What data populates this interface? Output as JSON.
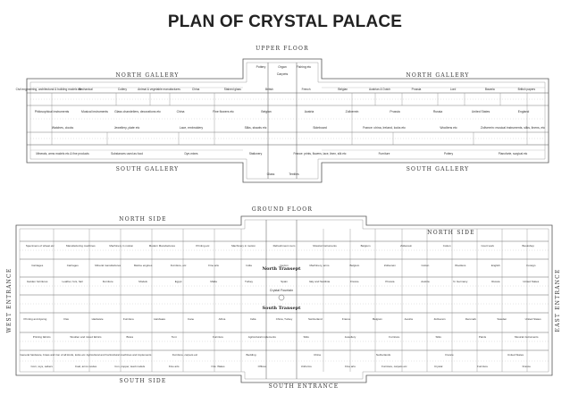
{
  "title": "PLAN OF CRYSTAL PALACE",
  "upper_floor": {
    "label": "UPPER FLOOR",
    "north_gallery_left": "NORTH GALLERY",
    "north_gallery_right": "NORTH GALLERY",
    "south_gallery_left": "SOUTH GALLERY",
    "south_gallery_right": "SOUTH GALLERY",
    "row1": [
      "Civil engineering, architectural & building models etc",
      "Mechanical",
      "Cutlery",
      "Animal & vegetable manufactures",
      "China",
      "Stained glass",
      "British",
      "French",
      "Belgian",
      "Austrian & Dutch",
      "Prussia",
      "Lord",
      "Bavaria",
      "British papers"
    ],
    "row2": [
      "Philosophical instruments",
      "Musical instruments",
      "Glass chandeliers, decorations etc",
      "China",
      "Fine flowers etc",
      "Belgian",
      "Austria",
      "Zollverein",
      "Prussia",
      "Russia",
      "United States",
      "England"
    ],
    "row3": [
      "Watches, clocks",
      "Jewellery, plate etc",
      "Lace, embroidery",
      "Silks, shawls etc",
      "Sideboard",
      "France: china, Ireland, locks etc",
      "Woollens etc",
      "Zollverein: musical instruments, silks, linens, etc"
    ],
    "row4": [
      "Minerals, arms models etc & fine products",
      "Substances used as food",
      "Dye-mixes",
      "Stationery",
      "France: prints, flowers, lace, linen, silk etc",
      "Furniture",
      "Pottery",
      "Pianoforte, surgical etc"
    ],
    "transept_top": [
      "Pottery",
      "Organ",
      "Fishing etc"
    ],
    "transept_mid": "Carpets",
    "transept_bottom": [
      "Glass",
      "Textiles"
    ]
  },
  "ground_floor": {
    "label": "GROUND FLOOR",
    "north_side": "NORTH SIDE",
    "north_side_right": "NORTH SIDE",
    "south_side": "SOUTH SIDE",
    "south_entrance": "SOUTH ENTRANCE",
    "east_entrance": "EAST ENTRANCE",
    "west_entrance": "WEST ENTRANCE",
    "north_transept": "North Transept",
    "south_transept": "South Transept",
    "crystal_fountain": "Crystal Fountain",
    "north_row": [
      "Specimens of wheat etc",
      "Manufacturing machines",
      "Machinery in motion",
      "Modern Manufactures",
      "Printing etc",
      "Machinery in motion",
      "Refreshment room",
      "Musical instruments",
      "Belgium",
      "Zollverein",
      "Cotton",
      "Court work",
      "Bookshop"
    ],
    "mid_row": [
      "Carriages",
      "Carriages",
      "Mineral manufactures",
      "Marine engines",
      "Furniture, etc",
      "Fine arts",
      "India",
      "Ceylon",
      "Machinery, arms",
      "Belgium",
      "Zollverein",
      "Cotton",
      "Woollens",
      "English",
      "Foreign"
    ],
    "mid_row2": [
      "Garden furnitures",
      "Leather, furs, hair",
      "Furniture",
      "Models",
      "Egypt",
      "Malta",
      "Turkey",
      "Spain",
      "Italy and Sardinia",
      "France",
      "Prussia",
      "Austria",
      "N. Germany",
      "Russia",
      "United States"
    ],
    "south_row": [
      "Printing and dyeing",
      "Flax",
      "Hardware",
      "Furniture",
      "Hardware",
      "Cane",
      "Africa",
      "India",
      "China, Turkey",
      "Switzerland",
      "France",
      "Belgium",
      "Austria",
      "Zollverein",
      "Denmark",
      "Sweden",
      "United States"
    ],
    "south_row2": [
      "Printing fabrics",
      "Woollen and mixed fabrics",
      "Brass",
      "Tent",
      "Furniture",
      "Agricultural implements",
      "Silks",
      "Jewellery",
      "Furniture",
      "Silks",
      "Paints",
      "Musical instruments"
    ],
    "south_row3": [
      "General hardware, brass and iron of all kinds, locks etc",
      "Agricultural and horticultural machines and implements",
      "Furniture, carpets etc",
      "Bedding",
      "China",
      "Netherlands",
      "France",
      "United States"
    ],
    "south_row4": [
      "Corn, toys, sabers",
      "Coal, arms modes",
      "Iron, copper, lead models",
      "Fine arts",
      "N.E. Wales",
      "Offices",
      "Uniforms",
      "Fine arts",
      "Furniture, carpets etc",
      "Crystal",
      "Furniture",
      "France"
    ]
  }
}
